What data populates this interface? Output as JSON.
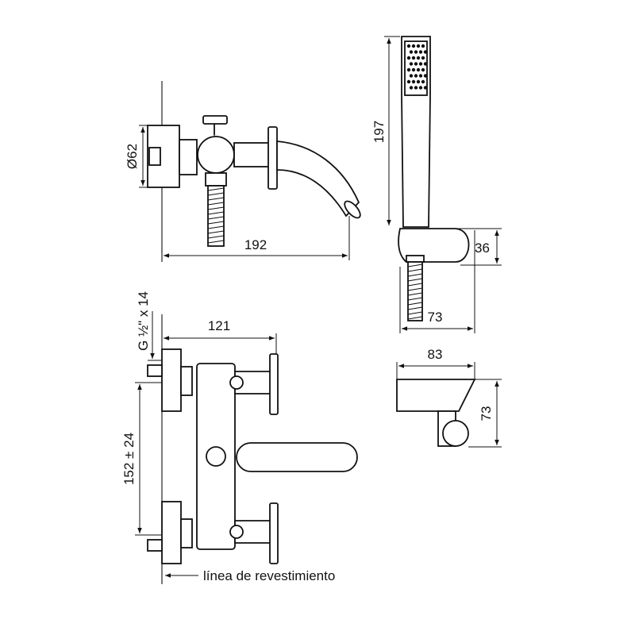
{
  "top_view": {
    "dia_label": "Ø62",
    "width_label": "192"
  },
  "hand_shower": {
    "height_label": "197",
    "holder_height_label": "36",
    "depth_label": "73"
  },
  "front_view": {
    "thread_label": "G ½\" x 14",
    "outlet_label": "121",
    "centers_label": "152 ± 24",
    "wall_line_label": "línea de revestimiento"
  },
  "holder_detail": {
    "width_label": "83",
    "height_label": "73"
  }
}
